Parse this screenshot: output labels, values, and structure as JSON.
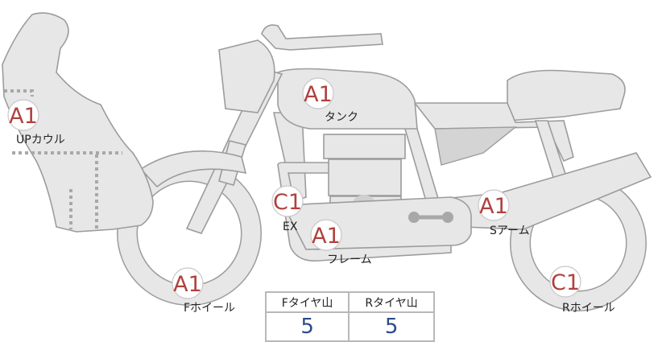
{
  "parts": [
    {
      "id": "up-cowl",
      "grade": "A1",
      "label": "UPカウル"
    },
    {
      "id": "tank",
      "grade": "A1",
      "label": "タンク"
    },
    {
      "id": "exhaust",
      "grade": "C1",
      "label": "EX"
    },
    {
      "id": "frame",
      "grade": "A1",
      "label": "フレーム"
    },
    {
      "id": "swing-arm",
      "grade": "A1",
      "label": "Sアーム"
    },
    {
      "id": "front-wheel",
      "grade": "A1",
      "label": "Fホイール"
    },
    {
      "id": "rear-wheel",
      "grade": "C1",
      "label": "Rホイール"
    }
  ],
  "tire_table": {
    "front_header": "Fタイヤ山",
    "rear_header": "Rタイヤ山",
    "front_value": "5",
    "rear_value": "5"
  },
  "colors": {
    "grade": "#b0413e",
    "value": "#2b4a8a",
    "part_fill": "#e7e7e7",
    "part_stroke": "#9c9c9c"
  }
}
